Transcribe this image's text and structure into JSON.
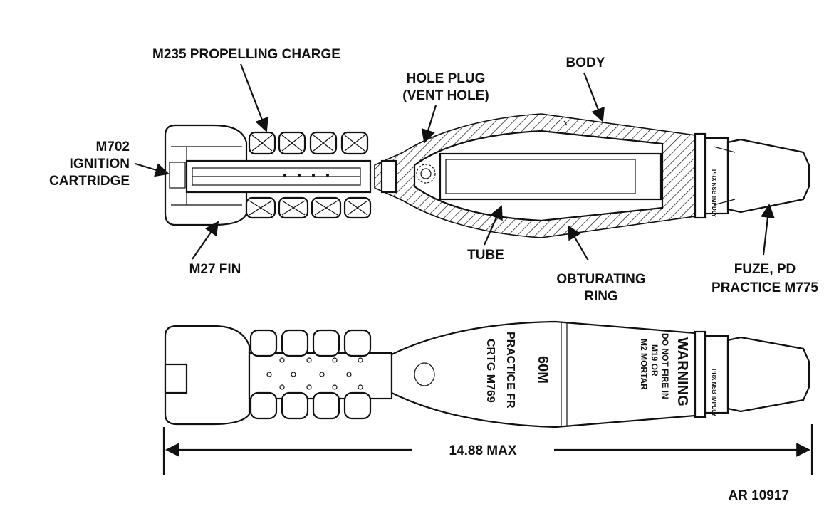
{
  "labels": {
    "propelling_charge": "M235 PROPELLING CHARGE",
    "hole_plug_1": "HOLE PLUG",
    "hole_plug_2": "(VENT HOLE)",
    "body": "BODY",
    "ignition_1": "M702",
    "ignition_2": "IGNITION",
    "ignition_3": "CARTRIDGE",
    "fin": "M27 FIN",
    "tube": "TUBE",
    "obturating_1": "OBTURATING",
    "obturating_2": "RING",
    "fuze_1": "FUZE, PD",
    "fuze_2": "PRACTICE M775",
    "dimension": "14.88 MAX",
    "figure_id": "AR 10917"
  },
  "markings": {
    "caliber": "60M",
    "practice_1": "PRACTICE FR",
    "practice_2": "CRTG M769",
    "warning": "WARNING",
    "warning_1": "DO NOT FIRE IN",
    "warning_2": "M19 OR",
    "warning_3": "M2 MORTAR",
    "fuze_marks": "PRX NSB IMPDLY"
  }
}
